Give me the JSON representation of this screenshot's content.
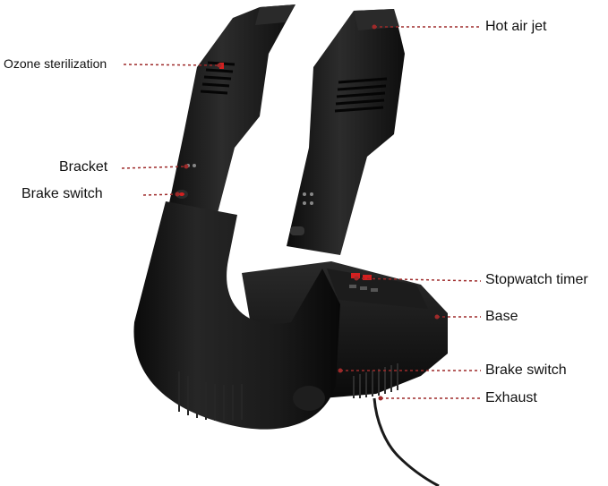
{
  "callouts": {
    "ozone": "Ozone sterilization",
    "bracket": "Bracket",
    "brake_left": "Brake switch",
    "hot_air": "Hot air jet",
    "timer": "Stopwatch timer",
    "base": "Base",
    "brake_right": "Brake switch",
    "exhaust": "Exhaust"
  },
  "colors": {
    "leader": "#9e2a2a",
    "device_body": "#161616",
    "device_highlight": "#3a3a3a",
    "indicator_red": "#d42020"
  }
}
